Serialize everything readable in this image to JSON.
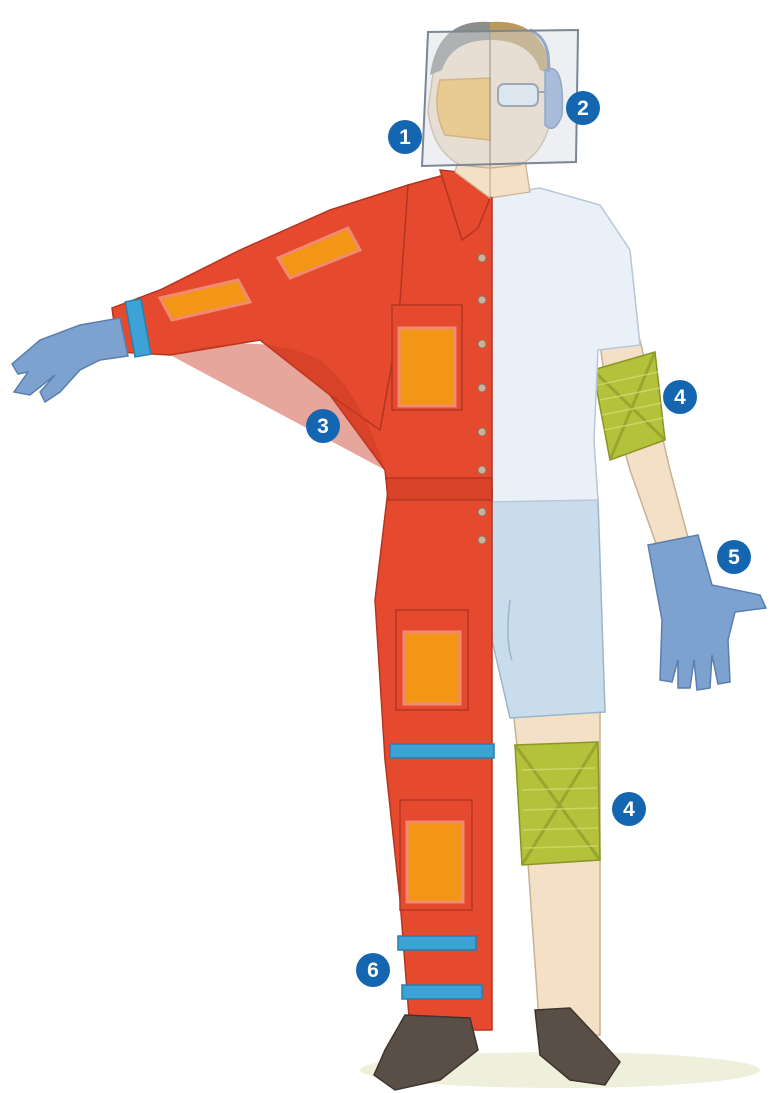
{
  "callouts": [
    {
      "id": "1",
      "label": "1"
    },
    {
      "id": "2",
      "label": "2"
    },
    {
      "id": "3",
      "label": "3"
    },
    {
      "id": "4a",
      "label": "4"
    },
    {
      "id": "4b",
      "label": "4"
    },
    {
      "id": "5",
      "label": "5"
    },
    {
      "id": "6",
      "label": "6"
    }
  ],
  "colors": {
    "badge": "#1466b0",
    "coverall": "#e64a2e",
    "coverall_shadow": "#c73a22",
    "pocket_outline": "#f08a70",
    "insert": "#f39515",
    "strap": "#3da3d6",
    "glove": "#7ea2cf",
    "tshirt": "#e9f0f8",
    "shorts": "#c8dcec",
    "skin": "#f3e0c7",
    "knee_pad": "#b3c23a",
    "visor": "#d7dce2",
    "shoe": "#5a4f46"
  }
}
